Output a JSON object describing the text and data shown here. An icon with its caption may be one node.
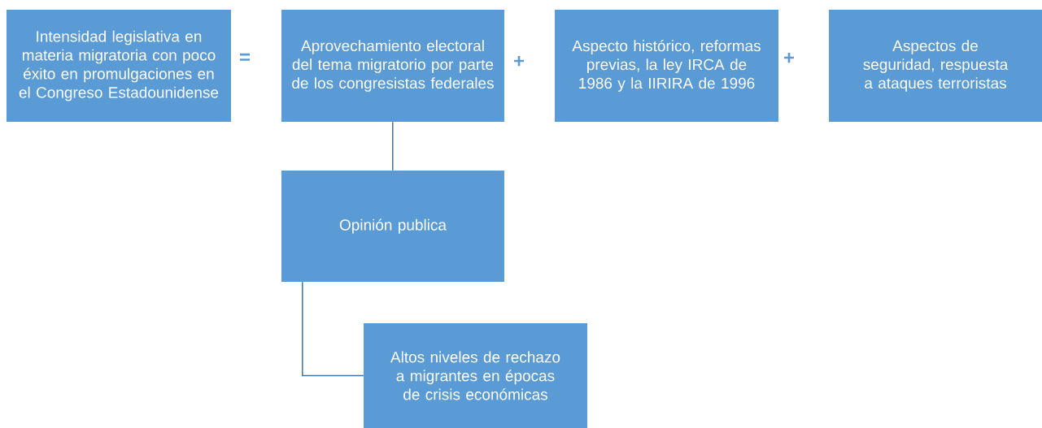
{
  "diagram": {
    "nodes": [
      {
        "text": [
          "Intensidad legislativa en materia migratoria con poco éxito en promulgaciones en el Congreso Estadounidense"
        ]
      },
      {
        "text": [
          "Aprovechamiento electoral del tema migratorio por parte de los congresistas federales"
        ]
      },
      {
        "text": [
          "Aspecto histórico, reformas previas, la ley IRCA de 1986 y la IIRIRA de 1996"
        ]
      },
      {
        "text": [
          "Aspectos de seguridad, respuesta a ataques terroristas"
        ]
      },
      {
        "text": [
          "Opinión publica"
        ]
      },
      {
        "text": [
          "Altos niveles de rechazo a migrantes en  épocas de crisis económicas"
        ]
      }
    ],
    "edges": [
      {
        "from": 1,
        "to": 4,
        "arrow": "none"
      },
      {
        "from": 4,
        "to": 5,
        "arrow": "none"
      }
    ],
    "labels": [
      "=",
      "+",
      "+"
    ]
  }
}
